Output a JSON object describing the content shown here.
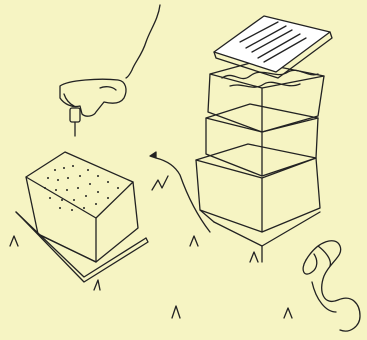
{
  "scene": {
    "background_color": "#f6f4c3",
    "ink_color": "#222222",
    "accent_color": "#ffffff",
    "items": [
      {
        "name": "power-drill",
        "icon": "drill-icon"
      },
      {
        "name": "drilled-storage-bin",
        "icon": "bin-with-holes-icon"
      },
      {
        "name": "stacked-worm-bins",
        "icon": "stacked-bins-icon"
      },
      {
        "name": "bin-lid",
        "icon": "lid-icon"
      },
      {
        "name": "earthworm",
        "icon": "worm-icon"
      },
      {
        "name": "direction-arrow",
        "icon": "curved-arrow-icon"
      },
      {
        "name": "grass-tufts",
        "icon": "grass-icon"
      }
    ]
  }
}
